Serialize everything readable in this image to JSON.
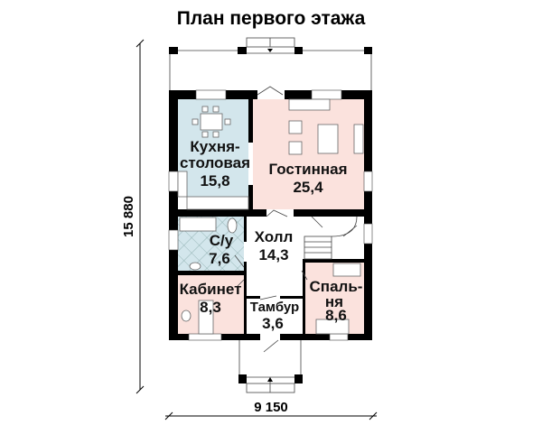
{
  "title": "План первого этажа",
  "dimensions": {
    "height": "15 880",
    "width": "9 150"
  },
  "rooms": [
    {
      "name": "Кухня-",
      "name2": "столовая",
      "area": "15,8"
    },
    {
      "name": "Гостинная",
      "area": "25,4"
    },
    {
      "name": "С/у",
      "area": "7,6"
    },
    {
      "name": "Холл",
      "area": "14,3"
    },
    {
      "name": "Кабинет",
      "area": "8,3"
    },
    {
      "name": "Тамбур",
      "area": "3,6"
    },
    {
      "name": "Спаль-",
      "name2": "ня",
      "area": "8,6"
    }
  ],
  "colors": {
    "kitchen": "#d3e6ec",
    "pink": "#fbe2dd",
    "wall": "#000000"
  }
}
